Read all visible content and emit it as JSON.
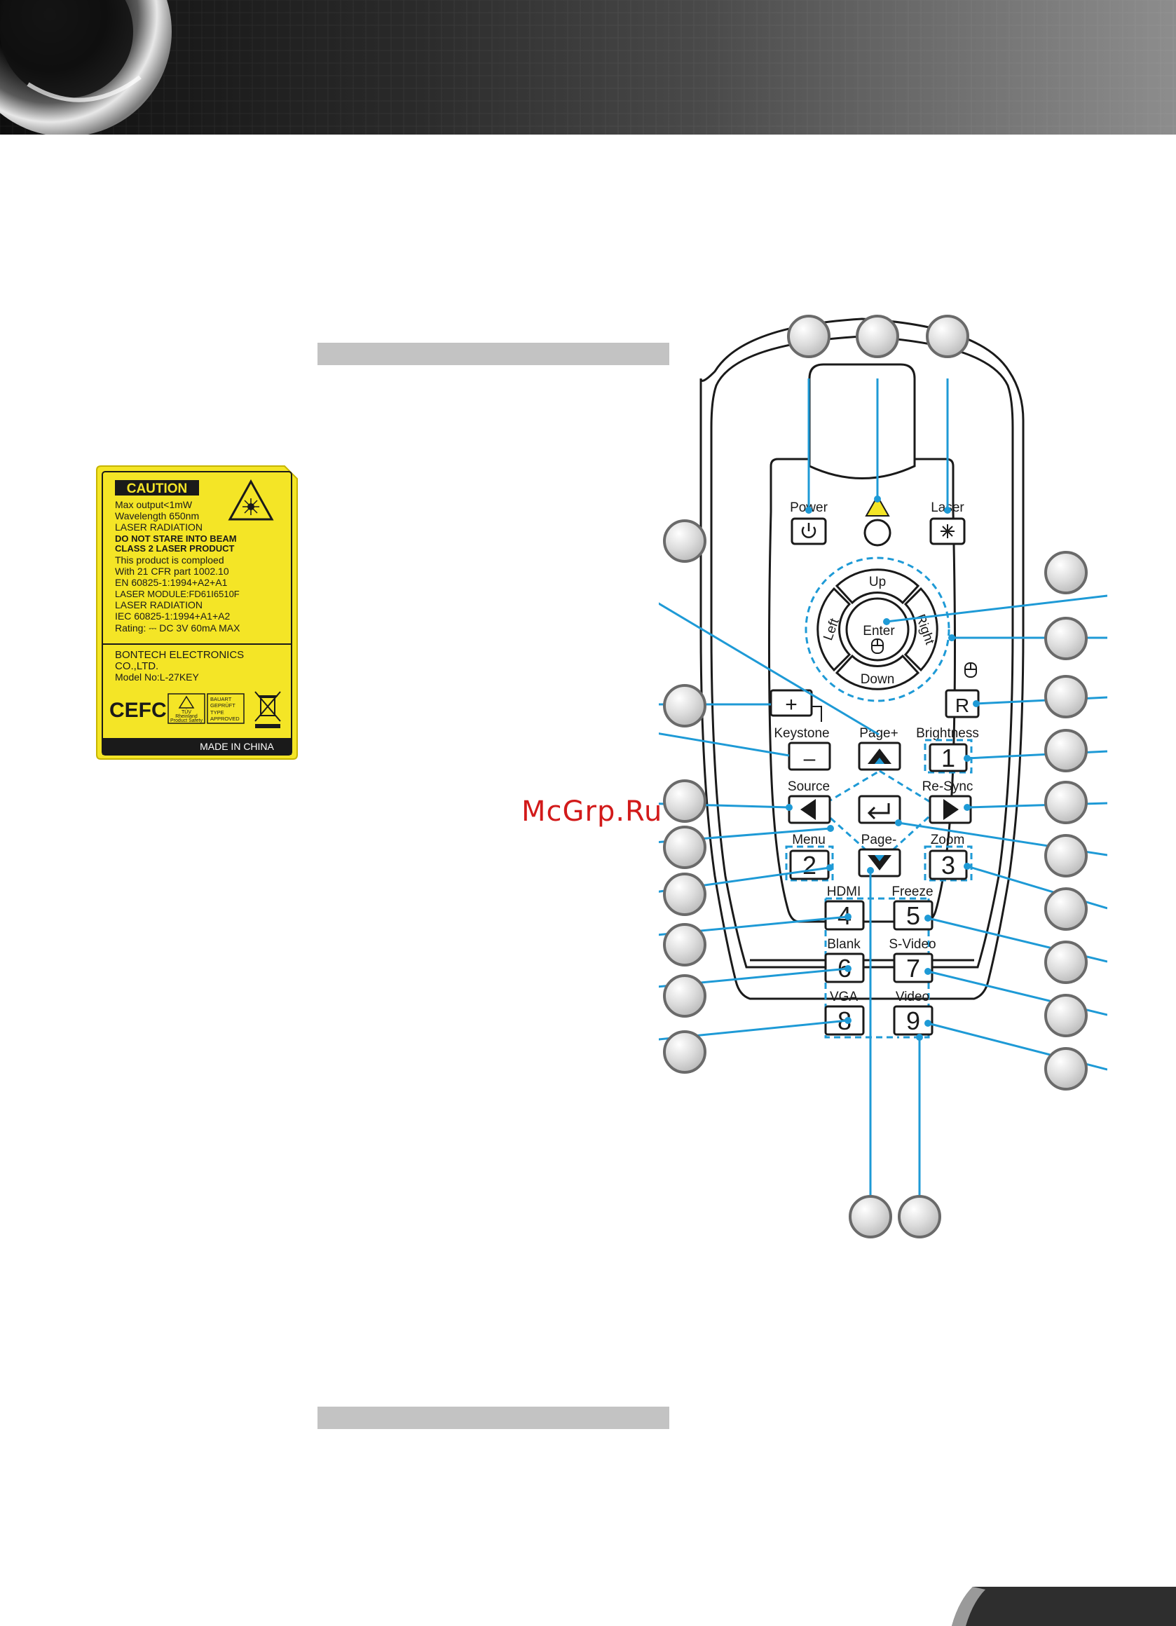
{
  "caution": {
    "title": "CAUTION",
    "lines": [
      "Max output<1mW",
      "Wavelength 650nm",
      "LASER RADIATION"
    ],
    "bold_lines": [
      "DO NOT STARE INTO BEAM",
      "CLASS 2 LASER PRODUCT"
    ],
    "compliance_lines": [
      "This product is comploed",
      "With  21  CFR  part  1002.10",
      "EN 60825-1:1994+A2+A1",
      "LASER MODULE:FD61I6510F",
      "LASER RADIATION",
      "IEC 60825-1:1994+A1+A2",
      "Rating: ⎓ DC 3V 60mA MAX"
    ],
    "maker_lines": [
      "BONTECH  ELECTRONICS",
      "CO.,LTD.",
      "Model No:L-27KEY"
    ],
    "ce_fc": "CEFC",
    "tuv_lines": [
      "TÜV",
      "Rheinland",
      "Product Safety"
    ],
    "bauart_lines": [
      "BAUART",
      "GEPRÜFT",
      "TYPE",
      "APPROVED"
    ],
    "made_in": "MADE IN CHINA"
  },
  "watermark": "McGrp.Ru",
  "remote": {
    "power": "Power",
    "laser": "Laser",
    "enter": "Enter",
    "up": "Up",
    "down": "Down",
    "left": "Left",
    "right": "Right",
    "r_key": "R",
    "keystone": "Keystone",
    "page_plus": "Page+",
    "page_minus": "Page-",
    "brightness": "Brightness",
    "source": "Source",
    "resync": "Re-Sync",
    "menu": "Menu",
    "zoom": "Zoom",
    "hdmi": "HDMI",
    "freeze": "Freeze",
    "blank": "Blank",
    "svideo": "S-Video",
    "vga": "VGA",
    "video": "Video",
    "plus_sign": "+",
    "minus_sign": "–",
    "keys": [
      "1",
      "2",
      "3",
      "4",
      "5",
      "6",
      "7",
      "8",
      "9"
    ]
  },
  "colors": {
    "callout_line": "#1e9ad6",
    "label_yellow": "#f4e526",
    "gray_bar": "#c3c3c3"
  }
}
